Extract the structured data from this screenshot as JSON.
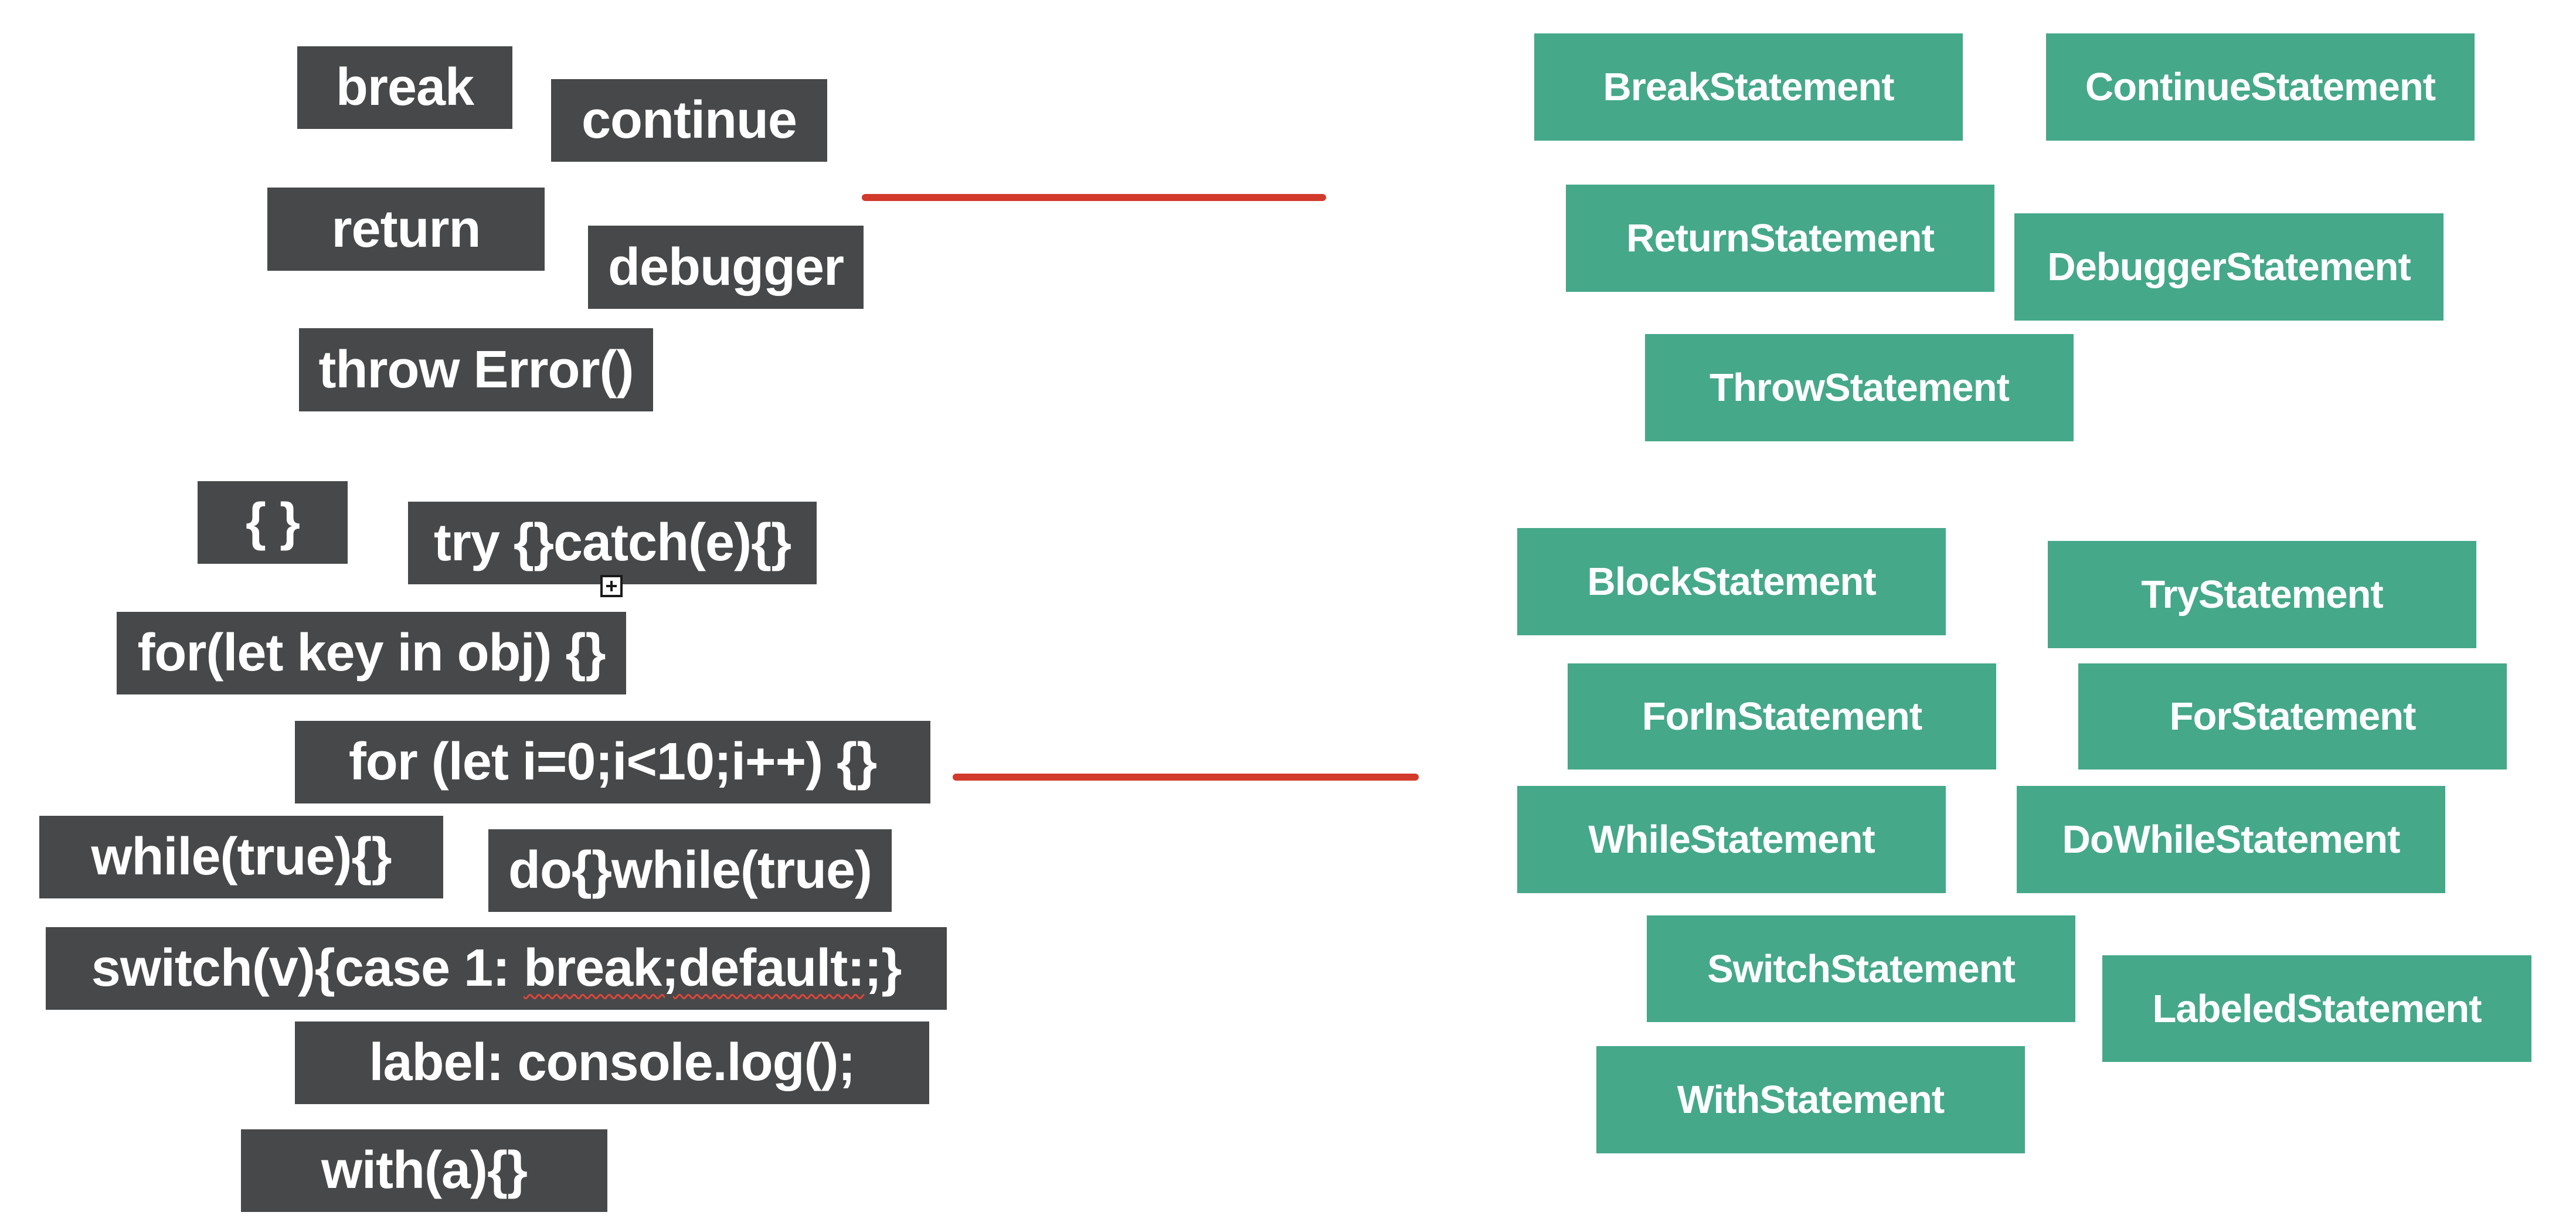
{
  "code_group_1": {
    "break": "break",
    "continue": "continue",
    "return": "return",
    "debugger": "debugger",
    "throw": "throw Error()"
  },
  "code_group_2": {
    "block": "{ }",
    "try": "try {}catch(e){}",
    "for_in": "for(let key in obj) {}",
    "for": "for (let i=0;i<10;i++) {}",
    "while": "while(true){}",
    "do_while": "do{}while(true)",
    "switch_prefix": "switch(v){case 1: ",
    "switch_underlined": "break;default:",
    "switch_suffix": ";}",
    "label": "label: console.log();",
    "with": "with(a){}"
  },
  "ast_group_1": {
    "break": "BreakStatement",
    "continue": "ContinueStatement",
    "return": "ReturnStatement",
    "debugger": "DebuggerStatement",
    "throw": "ThrowStatement"
  },
  "ast_group_2": {
    "block": "BlockStatement",
    "try": "TryStatement",
    "for_in": "ForInStatement",
    "for": "ForStatement",
    "while": "WhileStatement",
    "do_while": "DoWhileStatement",
    "switch": "SwitchStatement",
    "labeled": "LabeledStatement",
    "with": "WithStatement"
  },
  "colors": {
    "code_box": "#474849",
    "ast_box": "#45a889",
    "connector": "#d23a2c",
    "text": "#ffffff"
  },
  "icons": {
    "cursor": "plus-box-cursor-icon"
  }
}
